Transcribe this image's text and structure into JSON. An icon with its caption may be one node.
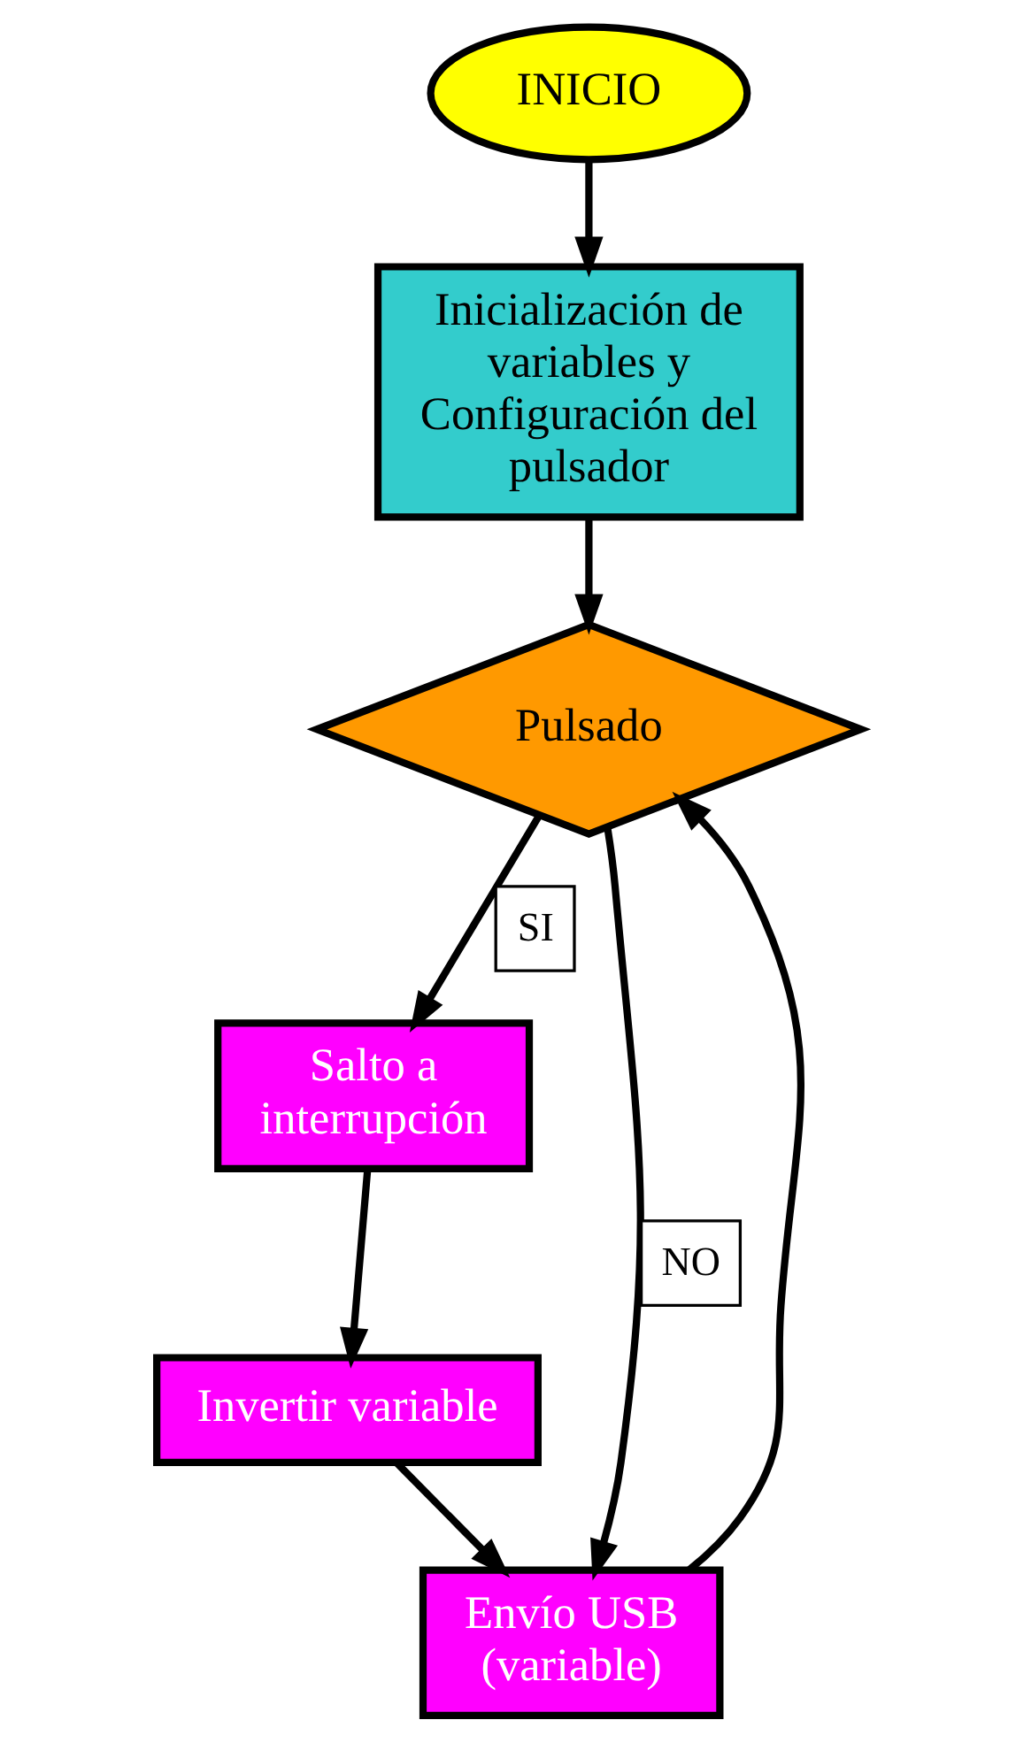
{
  "diagram": {
    "nodes": [
      {
        "text": [
          "INICIO"
        ]
      },
      {
        "text": [
          "Inicialización de variables y Configuración del pulsador"
        ]
      },
      {
        "text": [
          "Pulsado"
        ]
      },
      {
        "text": [
          "Salto a interrupción"
        ]
      },
      {
        "text": [
          "Invertir variable"
        ]
      },
      {
        "text": [
          "Envío USB (variable)"
        ]
      }
    ],
    "edges": [
      {
        "from": 0,
        "to": 1,
        "arrow": "to"
      },
      {
        "from": 1,
        "to": 2,
        "arrow": "to"
      },
      {
        "from": 2,
        "to": 3,
        "arrow": "to",
        "label": "SI"
      },
      {
        "from": 3,
        "to": 4,
        "arrow": "to"
      },
      {
        "from": 4,
        "to": 5,
        "arrow": "to"
      },
      {
        "from": 2,
        "to": 5,
        "arrow": "to",
        "label": "NO"
      },
      {
        "from": 5,
        "to": 2,
        "arrow": "to"
      }
    ]
  }
}
